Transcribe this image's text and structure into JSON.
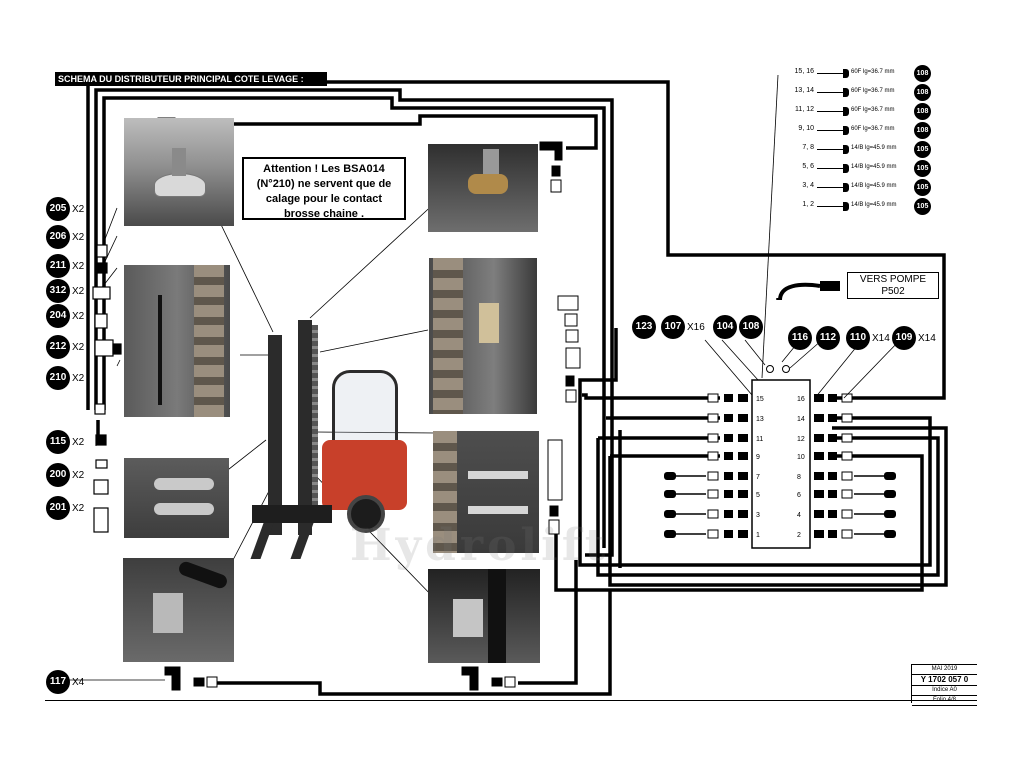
{
  "title": "SCHEMA DU DISTRIBUTEUR PRINCIPAL COTE LEVAGE :",
  "note": {
    "line1": "Attention ! Les BSA014",
    "line2": "(N°210) ne servent que de",
    "line3": "calage pour le contact",
    "line4": "brosse chaine ."
  },
  "pump_box": {
    "line1": "VERS POMPE",
    "line2": "P502"
  },
  "watermark": "Hydrolift",
  "left_parts": [
    {
      "num": "205",
      "qty": "X2"
    },
    {
      "num": "206",
      "qty": "X2"
    },
    {
      "num": "211",
      "qty": "X2"
    },
    {
      "num": "312",
      "qty": "X2"
    },
    {
      "num": "204",
      "qty": "X2"
    },
    {
      "num": "212",
      "qty": "X2"
    },
    {
      "num": "210",
      "qty": "X2"
    },
    {
      "num": "115",
      "qty": "X2"
    },
    {
      "num": "200",
      "qty": "X2"
    },
    {
      "num": "201",
      "qty": "X2"
    },
    {
      "num": "117",
      "qty": "X4"
    }
  ],
  "top_parts": [
    {
      "num": "123",
      "qty": ""
    },
    {
      "num": "107",
      "qty": "X16"
    },
    {
      "num": "104",
      "qty": ""
    },
    {
      "num": "108",
      "qty": ""
    },
    {
      "num": "116",
      "qty": ""
    },
    {
      "num": "112",
      "qty": ""
    },
    {
      "num": "110",
      "qty": "X14"
    },
    {
      "num": "109",
      "qty": "X14"
    }
  ],
  "hose_legend": [
    {
      "ports": "15, 16",
      "spec": "60F lg=36.7 mm",
      "ref": "108"
    },
    {
      "ports": "13, 14",
      "spec": "60F lg=36.7 mm",
      "ref": "108"
    },
    {
      "ports": "11, 12",
      "spec": "60F lg=36.7 mm",
      "ref": "108"
    },
    {
      "ports": "9, 10",
      "spec": "60F lg=36.7 mm",
      "ref": "108"
    },
    {
      "ports": "7, 8",
      "spec": "14/B lg=45.9 mm",
      "ref": "105"
    },
    {
      "ports": "5, 6",
      "spec": "14/B lg=45.9 mm",
      "ref": "105"
    },
    {
      "ports": "3, 4",
      "spec": "14/B lg=45.9 mm",
      "ref": "105"
    },
    {
      "ports": "1, 2",
      "spec": "14/B lg=45.9 mm",
      "ref": "105"
    }
  ],
  "manifold_ports": {
    "left": [
      "15",
      "13",
      "11",
      "9",
      "7",
      "5",
      "3",
      "1"
    ],
    "right": [
      "16",
      "14",
      "12",
      "10",
      "8",
      "6",
      "4",
      "2"
    ]
  },
  "title_block": {
    "date": "MAI 2019",
    "ref": "Y 1702 057 0",
    "index": "Indice A0",
    "folio": "Folio 4/8"
  },
  "colors": {
    "ink": "#000000",
    "forklift_red": "#c8402a",
    "photo_gray": "#6e6e6e",
    "photo_dark": "#3a3a3a"
  }
}
